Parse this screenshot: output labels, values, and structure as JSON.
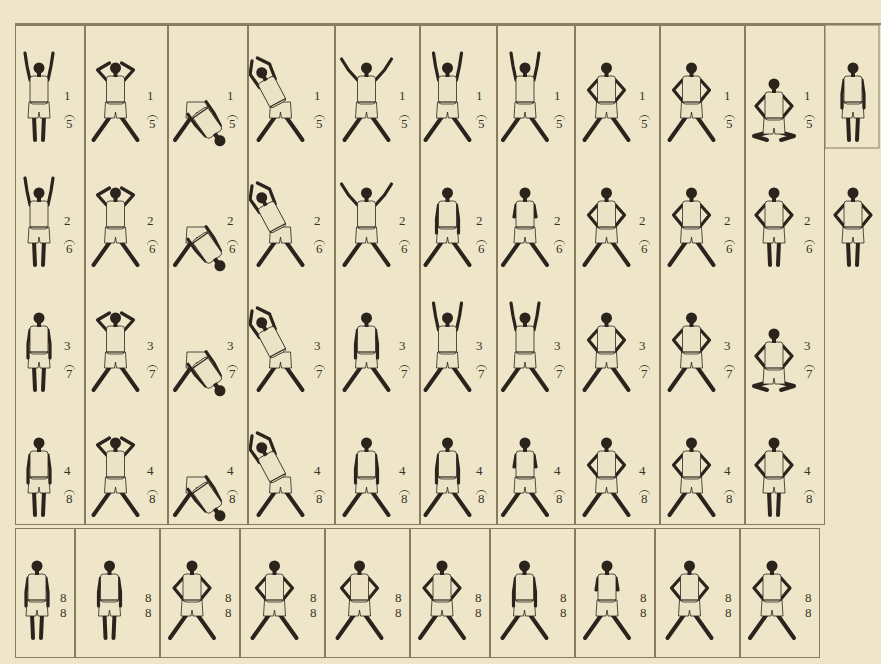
{
  "diagram": {
    "nodes": [
      {
        "text": [
          "1",
          "5",
          "2",
          "6",
          "3",
          "7",
          "4",
          "8"
        ]
      },
      {
        "text": [
          "1",
          "5",
          "2",
          "6",
          "3",
          "7",
          "4",
          "8"
        ]
      },
      {
        "text": [
          "1",
          "5",
          "2",
          "6",
          "3",
          "7",
          "4",
          "8"
        ]
      },
      {
        "text": [
          "1",
          "5",
          "2",
          "6",
          "3",
          "7",
          "4",
          "8"
        ]
      },
      {
        "text": [
          "1",
          "5",
          "2",
          "6",
          "3",
          "7",
          "4",
          "8"
        ]
      },
      {
        "text": [
          "1",
          "5",
          "2",
          "6",
          "3",
          "7",
          "4",
          "8"
        ]
      },
      {
        "text": [
          "1",
          "5",
          "2",
          "6",
          "3",
          "7",
          "4",
          "8"
        ]
      },
      {
        "text": [
          "1",
          "5",
          "2",
          "6",
          "3",
          "7",
          "4",
          "8"
        ]
      },
      {
        "text": [
          "1",
          "5",
          "2",
          "6",
          "3",
          "7",
          "4",
          "8"
        ]
      },
      {
        "text": [
          "1",
          "5",
          "2",
          "6",
          "3",
          "7",
          "4",
          "8"
        ]
      },
      {
        "text": [
          "8",
          "8"
        ]
      },
      {
        "text": [
          "8",
          "8"
        ]
      },
      {
        "text": [
          "8",
          "8"
        ]
      },
      {
        "text": [
          "8",
          "8"
        ]
      },
      {
        "text": [
          "8",
          "8"
        ]
      },
      {
        "text": [
          "8",
          "8"
        ]
      },
      {
        "text": [
          "8",
          "8"
        ]
      },
      {
        "text": [
          "8",
          "8"
        ]
      },
      {
        "text": [
          "8",
          "8"
        ]
      },
      {
        "text": [
          "8",
          "8"
        ]
      }
    ]
  }
}
